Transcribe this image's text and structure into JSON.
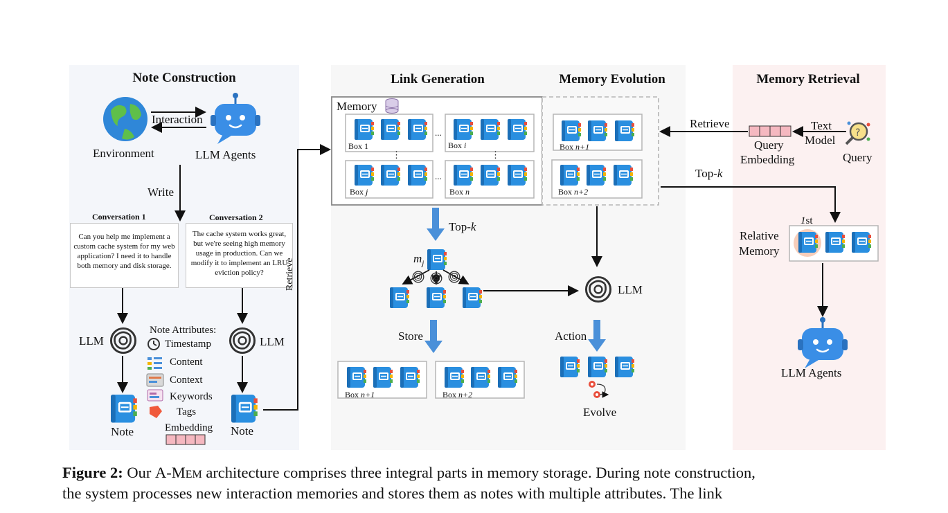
{
  "sections": {
    "note_construction": "Note Construction",
    "link_generation": "Link Generation",
    "memory_evolution": "Memory Evolution",
    "memory_retrieval": "Memory Retrieval"
  },
  "note": {
    "environment": "Environment",
    "llm_agents": "LLM Agents",
    "interaction": "Interaction",
    "write": "Write",
    "conv1_title": "Conversation 1",
    "conv1_text": "Can you help me implement a custom cache system for my web application? I need it to handle both memory and disk storage.",
    "conv2_title": "Conversation 2",
    "conv2_text": "The cache system works great, but we're seeing high memory usage in production. Can we modify it to implement an LRU eviction policy?",
    "llm_left": "LLM",
    "llm_right": "LLM",
    "attributes_title": "Note Attributes:",
    "attr_timestamp": "Timestamp",
    "attr_content": "Content",
    "attr_context": "Context",
    "attr_keywords": "Keywords",
    "attr_tags": "Tags",
    "attr_embedding": "Embedding",
    "note_left": "Note",
    "note_right": "Note",
    "retrieve_vertical": "Retrieve"
  },
  "link": {
    "memory": "Memory",
    "box1": "Box 1",
    "boxi_prefix": "Box ",
    "boxi_var": "i",
    "boxj_prefix": "Box ",
    "boxj_var": "j",
    "boxn_prefix": "Box ",
    "boxn_var": "n",
    "ellipsis": "...",
    "vdots": "⋮",
    "topk_prefix": "Top-",
    "topk_var": "k",
    "mj_m": "m",
    "mj_sub": "j",
    "store": "Store",
    "box_n1_prefix": "Box ",
    "box_n1_var": "n+1",
    "box_n2_prefix": "Box ",
    "box_n2_var": "n+2"
  },
  "evolution": {
    "box_n1_prefix": "Box ",
    "box_n1_var": "n+1",
    "box_n2_prefix": "Box ",
    "box_n2_var": "n+2",
    "llm": "LLM",
    "action": "Action",
    "evolve": "Evolve"
  },
  "retrieval": {
    "retrieve": "Retrieve",
    "query_embedding_1": "Query",
    "query_embedding_2": "Embedding",
    "text_model_1": "Text",
    "text_model_2": "Model",
    "query": "Query",
    "topk_prefix": "Top-",
    "topk_var": "k",
    "first_num": "1",
    "first_suffix": "st",
    "relative_memory_1": "Relative",
    "relative_memory_2": "Memory",
    "llm_agents": "LLM Agents"
  },
  "caption": {
    "label": "Figure 2:",
    "our": " Our ",
    "amem": "A-Mem",
    "line1_rest": " architecture comprises three integral parts in memory storage. During note construction,",
    "line2": "the system processes new interaction memories and stores them as notes with multiple attributes.  The link"
  },
  "colors": {
    "panel_note": "#f5f6fa",
    "panel_link": "#f7f7f7",
    "panel_retrieval": "#fcf2f2",
    "notebook_blue": "#2a8fe0",
    "arrow_blue": "#4a90d9",
    "embedding_pink": "#f5b8c0",
    "agent_blue": "#3a8ee6"
  }
}
